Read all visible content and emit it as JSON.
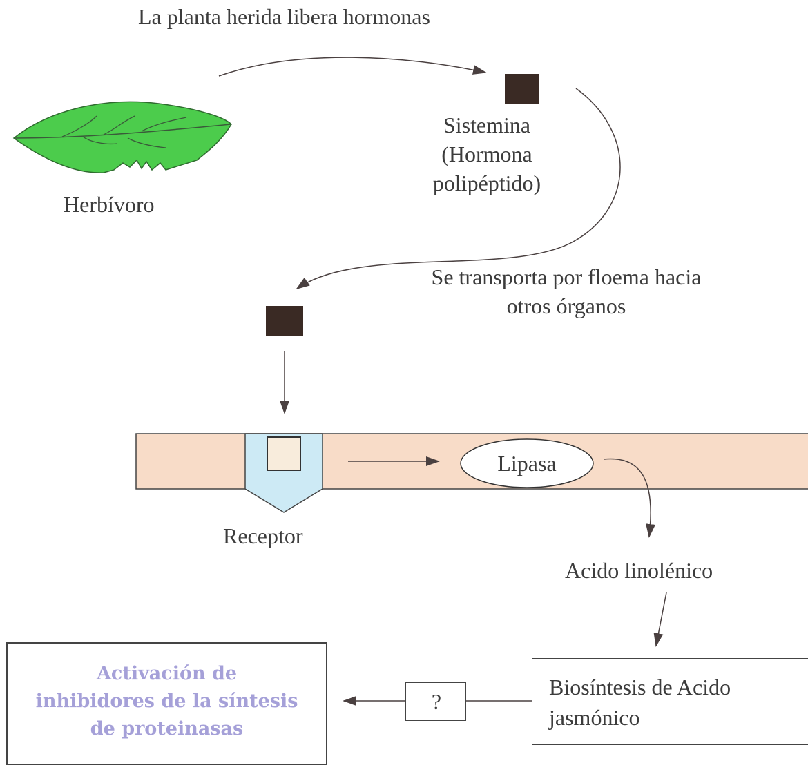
{
  "labels": {
    "top_caption": "La planta herida libera hormonas",
    "herbivore": "Herbívoro",
    "systemin_line1": "Sistemina",
    "systemin_line2": "(Hormona",
    "systemin_line3": "polipéptido)",
    "transport_line1": "Se transporta por floema hacia",
    "transport_line2": "otros órganos",
    "lipase": "Lipasa",
    "receptor": "Receptor",
    "linolenic_acid": "Acido linolénico",
    "biosynthesis_line1": "Biosíntesis de Acido",
    "biosynthesis_line2": "jasmónico",
    "unknown_step": "?",
    "result_line1": "Activación de",
    "result_line2": "inhibidores de la síntesis",
    "result_line3": "de proteinasas"
  },
  "colors": {
    "leaf": "#4ccc4c",
    "membrane": "#f8dcc8",
    "receptor": "#cdeaf5",
    "hormone": "#3a2a24",
    "result_text": "#a5a0d8"
  }
}
